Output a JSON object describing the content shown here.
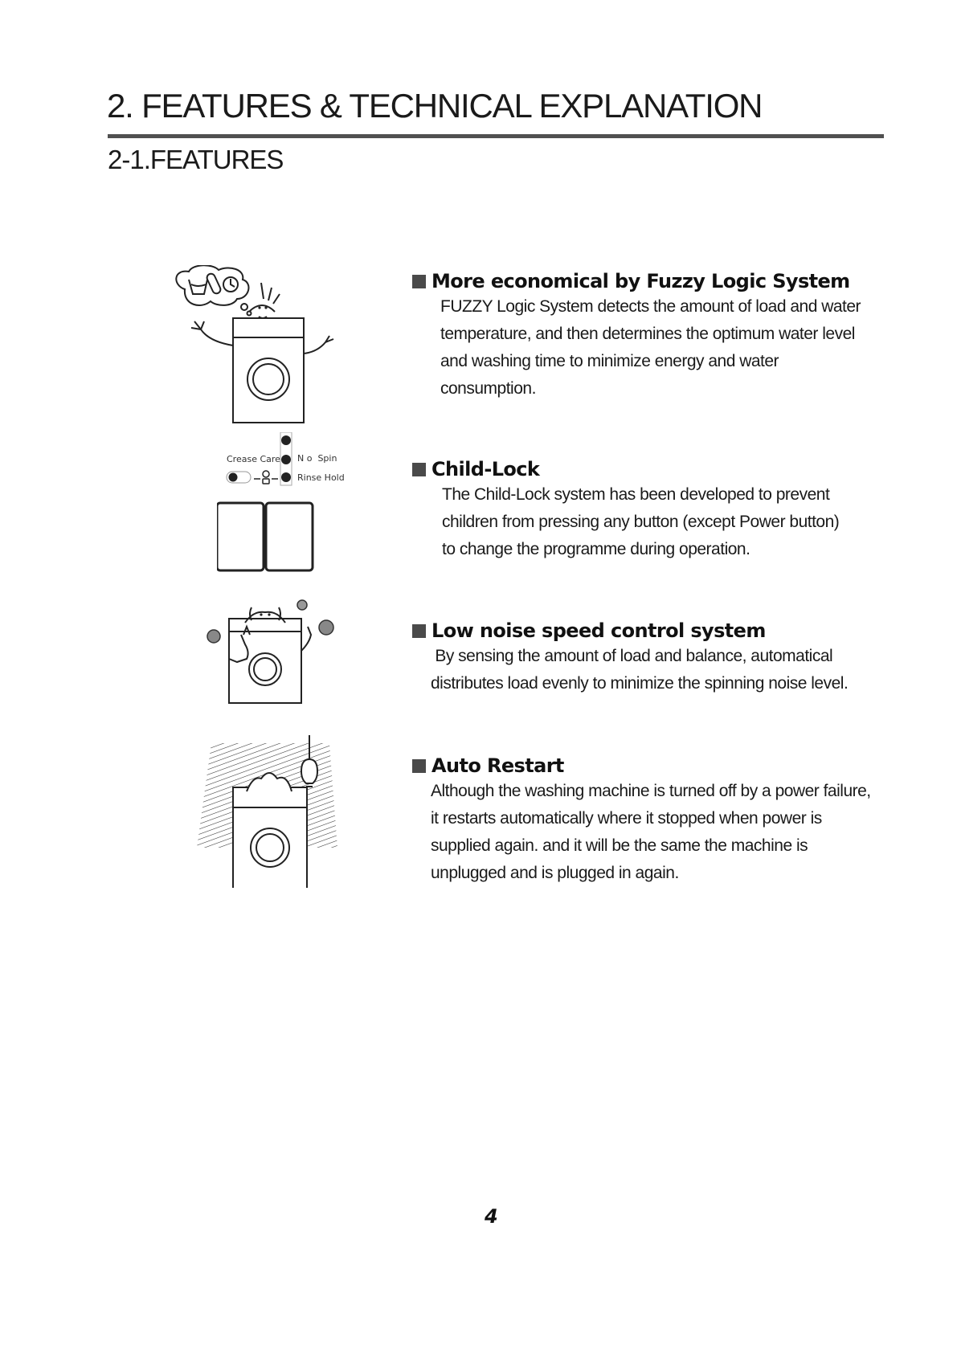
{
  "header": {
    "title": "2. FEATURES & TECHNICAL EXPLANATION",
    "subtitle": "2-1.FEATURES"
  },
  "features": [
    {
      "title": "More economical by Fuzzy Logic System",
      "lines": [
        "FUZZY Logic System detects the amount of load and water",
        "temperature, and then determines the optimum water level",
        "and washing time to minimize energy and water",
        "consumption."
      ]
    },
    {
      "title": "Child-Lock",
      "lines": [
        "The Child-Lock system has been developed to prevent",
        "children from pressing any button (except Power button)",
        "to change the programme during operation."
      ]
    },
    {
      "title": "Low noise speed control system",
      "lines": [
        " By sensing the amount of load and balance, automatical",
        "distributes load evenly to minimize the spinning noise level."
      ]
    },
    {
      "title": "Auto Restart",
      "lines": [
        "Although the washing machine is turned off by a power failure,",
        "it restarts automatically where it stopped when power is",
        "supplied again. and it will be the same the machine is",
        "unplugged and is plugged in again."
      ]
    }
  ],
  "panel": {
    "crease_care": "Crease Care",
    "no_spin": "N o  Spin",
    "rinse_hold": "Rinse Hold"
  },
  "icons": {
    "illustration_1": "thinking-washing-machine-icon",
    "illustration_2": "control-panel-icon",
    "illustration_3": "quiet-washing-machine-icon",
    "illustration_4": "power-failure-washing-machine-icon",
    "bullet": "square-bullet-icon"
  },
  "page_number": "4"
}
